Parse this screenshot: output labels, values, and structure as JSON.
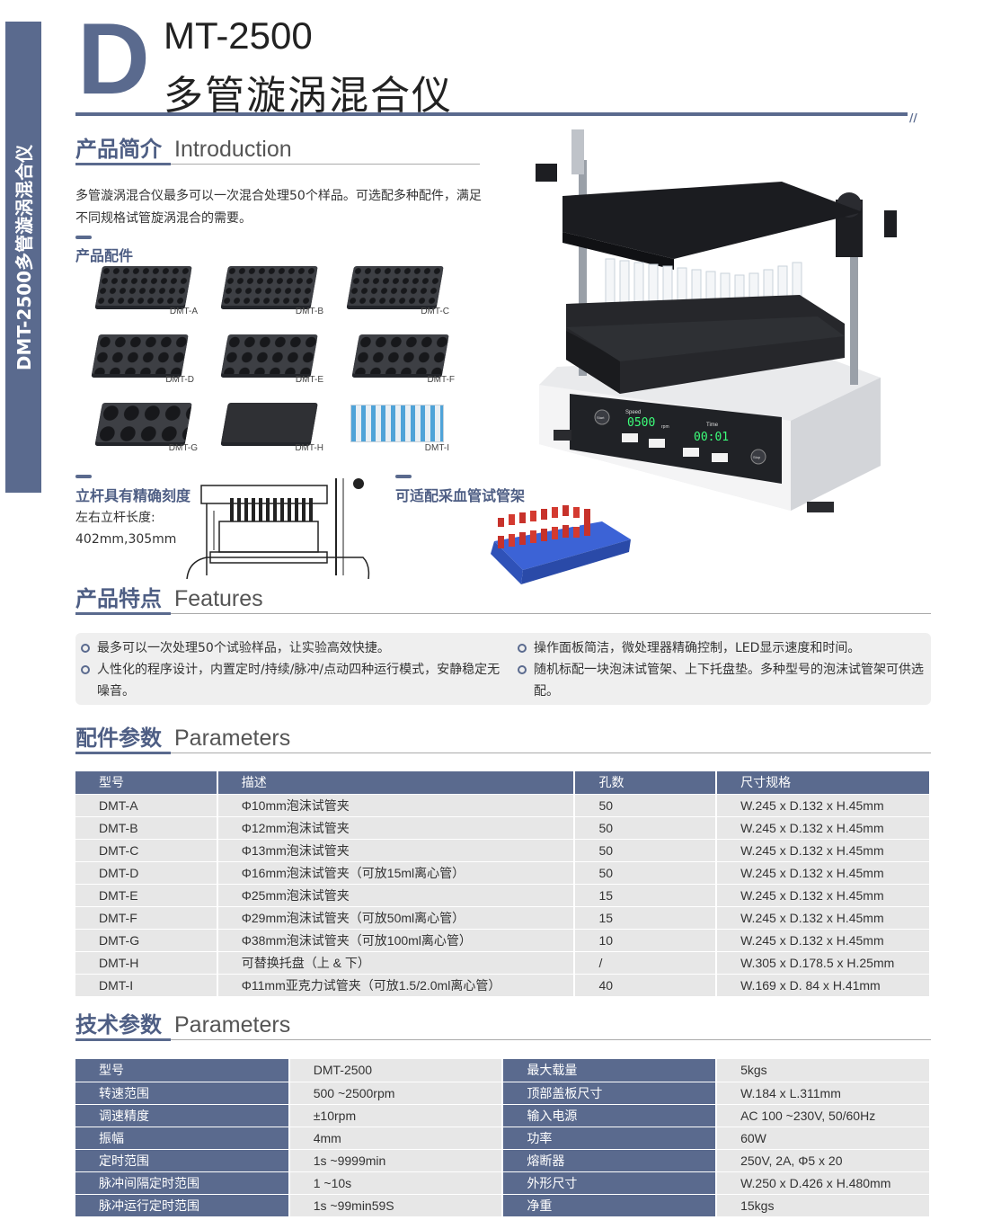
{
  "sidebar": {
    "text": "DMT-2500多管漩涡混合仪"
  },
  "header": {
    "letter": "D",
    "model": "MT-2500",
    "title": "多管漩涡混合仪"
  },
  "intro": {
    "title_cn": "产品简介",
    "title_en": "Introduction",
    "text": "多管漩涡混合仪最多可以一次混合处理50个样品。可选配多种配件，满足不同规格试管旋涡混合的需要。"
  },
  "accessories": {
    "title": "产品配件",
    "items": [
      "DMT-A",
      "DMT-B",
      "DMT-C",
      "DMT-D",
      "DMT-E",
      "DMT-F",
      "DMT-G",
      "DMT-H",
      "DMT-I"
    ]
  },
  "rod": {
    "title": "立杆具有精确刻度",
    "line1": "左右立杆长度:",
    "line2": "402mm,305mm"
  },
  "blood": {
    "title": "可适配采血管试管架"
  },
  "display": {
    "speed_label": "Speed",
    "speed_value": "0500",
    "speed_unit": "rpm",
    "time_label": "Time",
    "time_value": "00:01",
    "start": "Start",
    "stop": "Stop"
  },
  "features": {
    "title_cn": "产品特点",
    "title_en": "Features",
    "items": [
      "最多可以一次处理50个试验样品，让实验高效快捷。",
      "人性化的程序设计，内置定时/持续/脉冲/点动四种运行模式，安静稳定无噪音。",
      "操作面板简洁，微处理器精确控制，LED显示速度和时间。",
      "随机标配一块泡沫试管架、上下托盘垫。多种型号的泡沫试管架可供选配。"
    ]
  },
  "acc_params": {
    "title_cn": "配件参数",
    "title_en": "Parameters",
    "headers": [
      "型号",
      "描述",
      "孔数",
      "尺寸规格"
    ],
    "rows": [
      [
        "DMT-A",
        "Φ10mm泡沫试管夹",
        "50",
        "W.245 x D.132 x H.45mm"
      ],
      [
        "DMT-B",
        "Φ12mm泡沫试管夹",
        "50",
        "W.245 x D.132 x H.45mm"
      ],
      [
        "DMT-C",
        "Φ13mm泡沫试管夹",
        "50",
        "W.245 x D.132 x H.45mm"
      ],
      [
        "DMT-D",
        "Φ16mm泡沫试管夹（可放15ml离心管）",
        "50",
        "W.245 x D.132 x H.45mm"
      ],
      [
        "DMT-E",
        "Φ25mm泡沫试管夹",
        "15",
        "W.245 x D.132 x H.45mm"
      ],
      [
        "DMT-F",
        "Φ29mm泡沫试管夹（可放50ml离心管）",
        "15",
        "W.245 x D.132 x H.45mm"
      ],
      [
        "DMT-G",
        "Φ38mm泡沫试管夹（可放100ml离心管）",
        "10",
        "W.245 x D.132 x H.45mm"
      ],
      [
        "DMT-H",
        "可替换托盘（上 & 下）",
        "/",
        "W.305 x D.178.5 x H.25mm"
      ],
      [
        "DMT-I",
        "Φ11mm亚克力试管夹（可放1.5/2.0ml离心管）",
        "40",
        "W.169 x D. 84 x H.41mm"
      ]
    ]
  },
  "tech_params": {
    "title_cn": "技术参数",
    "title_en": "Parameters",
    "rows": [
      [
        "型号",
        "DMT-2500",
        "最大载量",
        "5kgs"
      ],
      [
        "转速范围",
        "500 ~2500rpm",
        "顶部盖板尺寸",
        "W.184 x L.311mm"
      ],
      [
        "调速精度",
        "±10rpm",
        "输入电源",
        "AC 100 ~230V, 50/60Hz"
      ],
      [
        "振幅",
        "4mm",
        "功率",
        "60W"
      ],
      [
        "定时范围",
        "1s ~9999min",
        "熔断器",
        "250V, 2A, Φ5 x 20"
      ],
      [
        "脉冲间隔定时范围",
        "1 ~10s",
        "外形尺寸",
        "W.250 x D.426 x H.480mm"
      ],
      [
        "脉冲运行定时范围",
        "1s ~99min59S",
        "净重",
        "15kgs"
      ]
    ]
  }
}
